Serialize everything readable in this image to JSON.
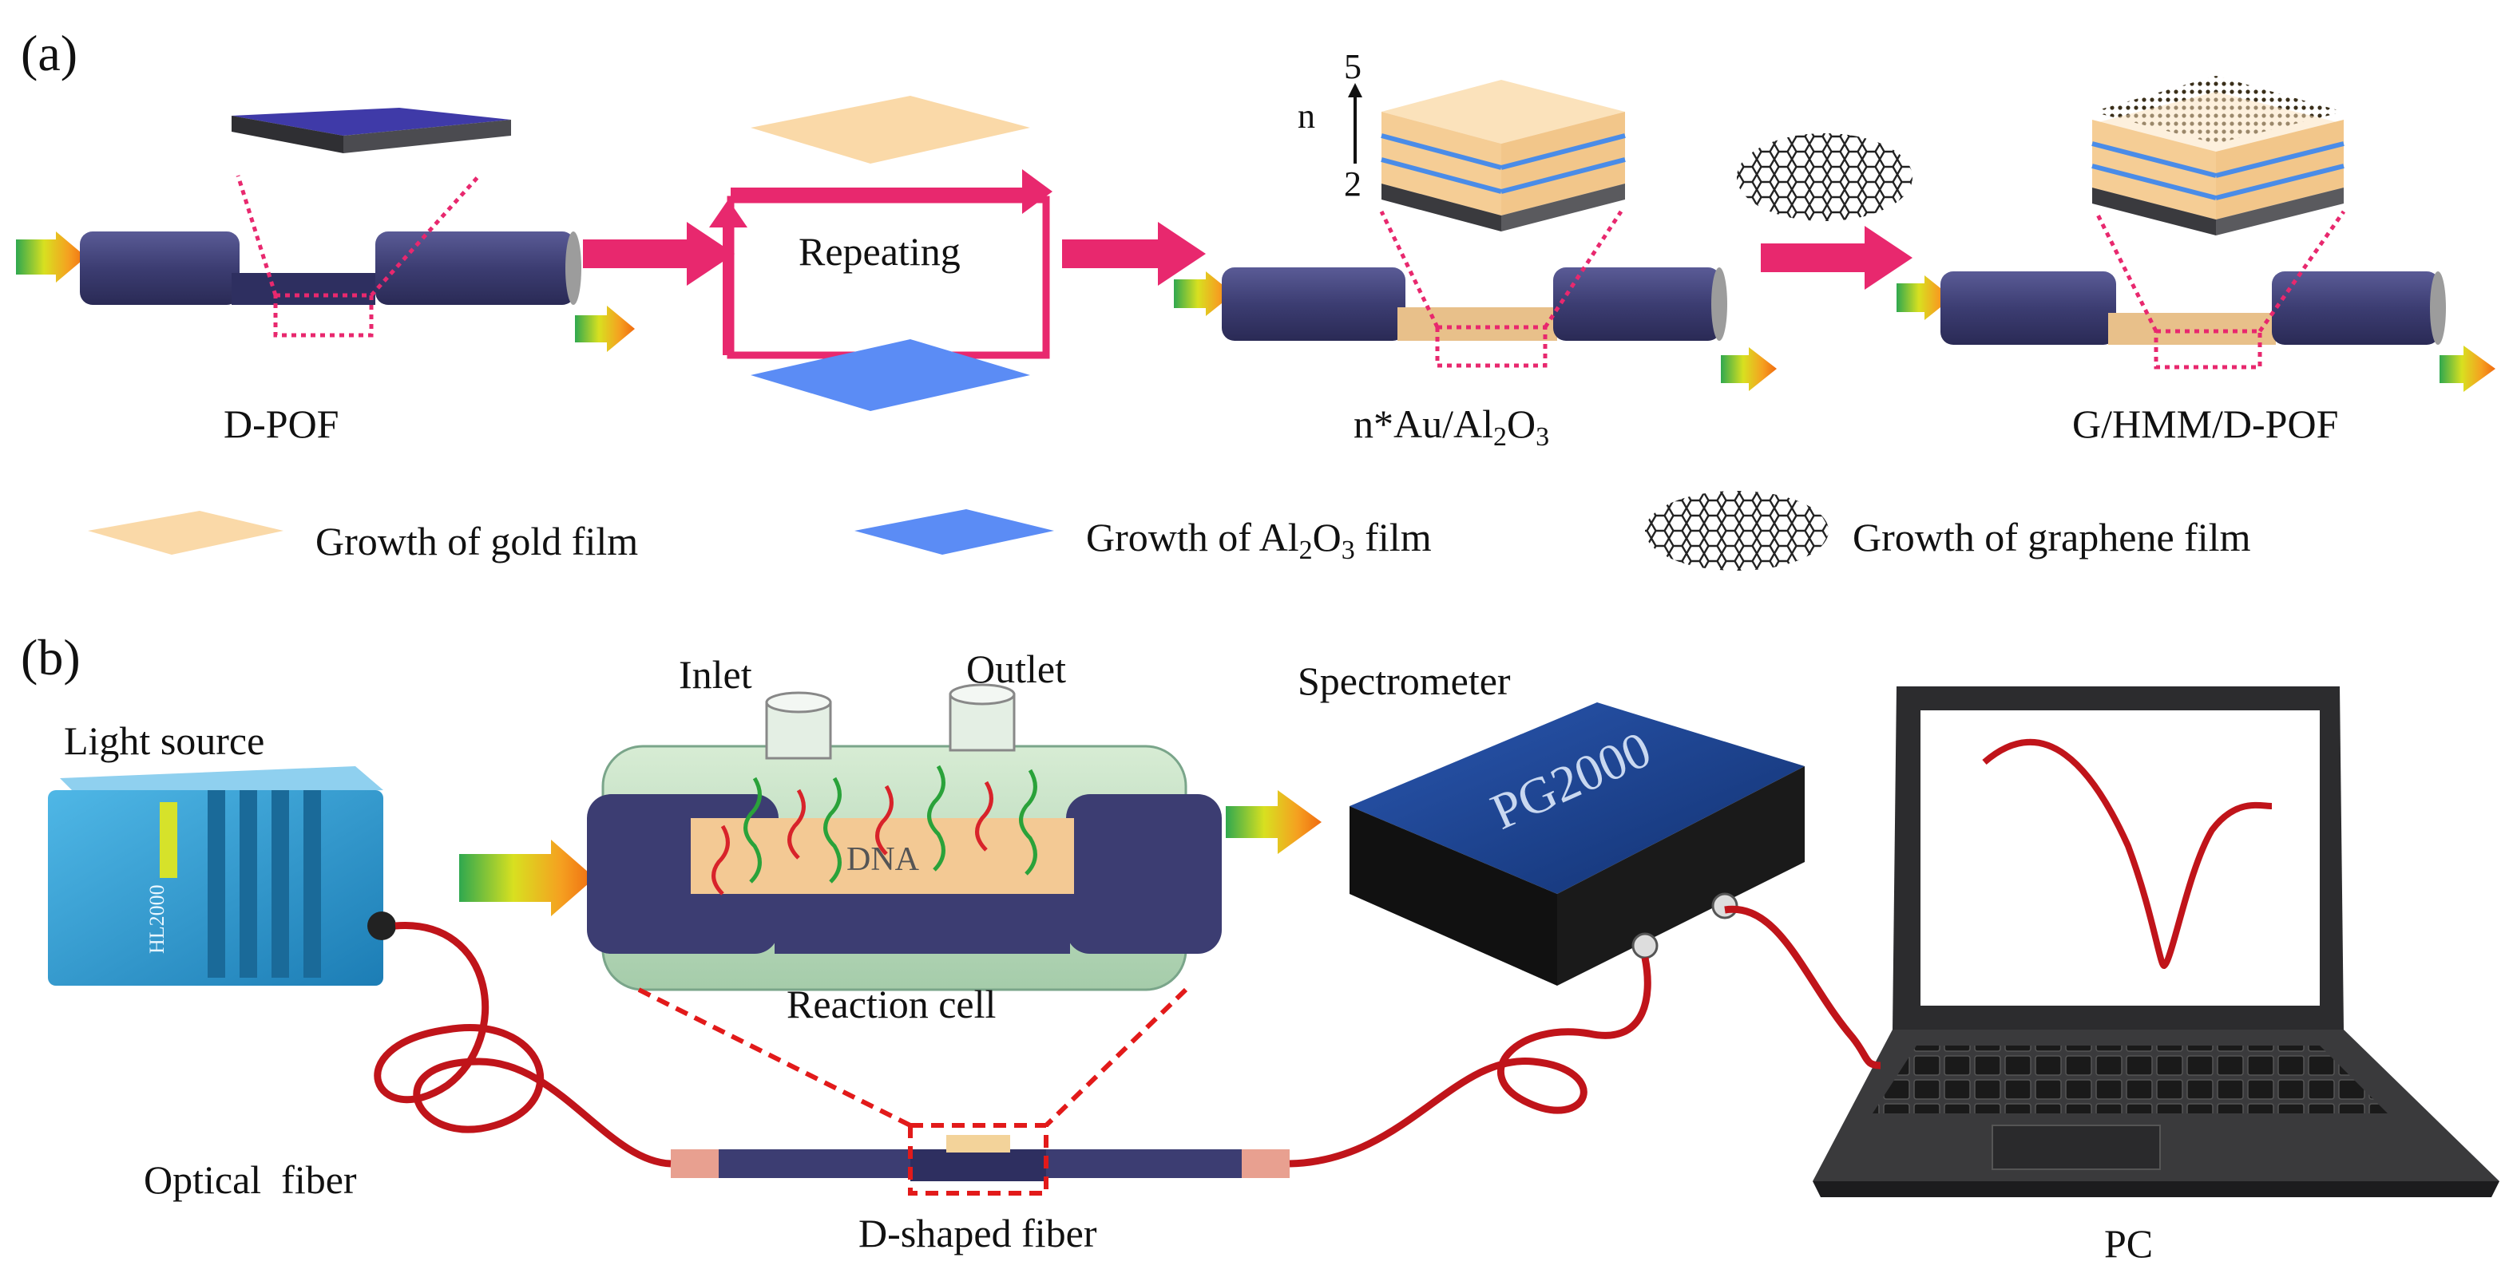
{
  "panel_a": {
    "label": "(a)",
    "stage1_label": "D-POF",
    "repeating_label": "Repeating",
    "stage3_label_main": "n*Au/Al",
    "stage3_sub1": "2",
    "stage3_mid": "O",
    "stage3_sub2": "3",
    "layer_axis": {
      "name": "n",
      "top": "5",
      "bottom": "2"
    },
    "stage4_label": "G/HMM/D-POF",
    "legend": {
      "gold": "Growth of gold film",
      "al2o3_main": "Growth of Al",
      "al2o3_sub1": "2",
      "al2o3_mid": "O",
      "al2o3_sub2": "3",
      "al2o3_tail": " film",
      "graphene": "Growth of graphene film"
    }
  },
  "panel_b": {
    "label": "(b)",
    "light_source": "Light source",
    "device_brand": "HL2000",
    "inlet": "Inlet",
    "outlet": "Outlet",
    "dna": "DNA",
    "reaction_cell": "Reaction cell",
    "spectrometer": "Spectrometer",
    "spectrometer_brand": "PG2000",
    "optical_fiber": "Optical  fiber",
    "d_shaped_fiber": "D-shaped fiber",
    "pc": "PC"
  },
  "colors": {
    "fiber_body": "#3c3d72",
    "arrow_magenta": "#e8286e",
    "gold": "#fad9a8",
    "al2o3": "#5b8cf5",
    "al2o3_top": "#4a57c8",
    "dashed_red": "#e21a1a",
    "cable_red": "#c0141a",
    "cell_glass": "#b8dcb8",
    "spectrometer_blue": "#1d3f8c",
    "laptop_body": "#2c2c2e"
  }
}
